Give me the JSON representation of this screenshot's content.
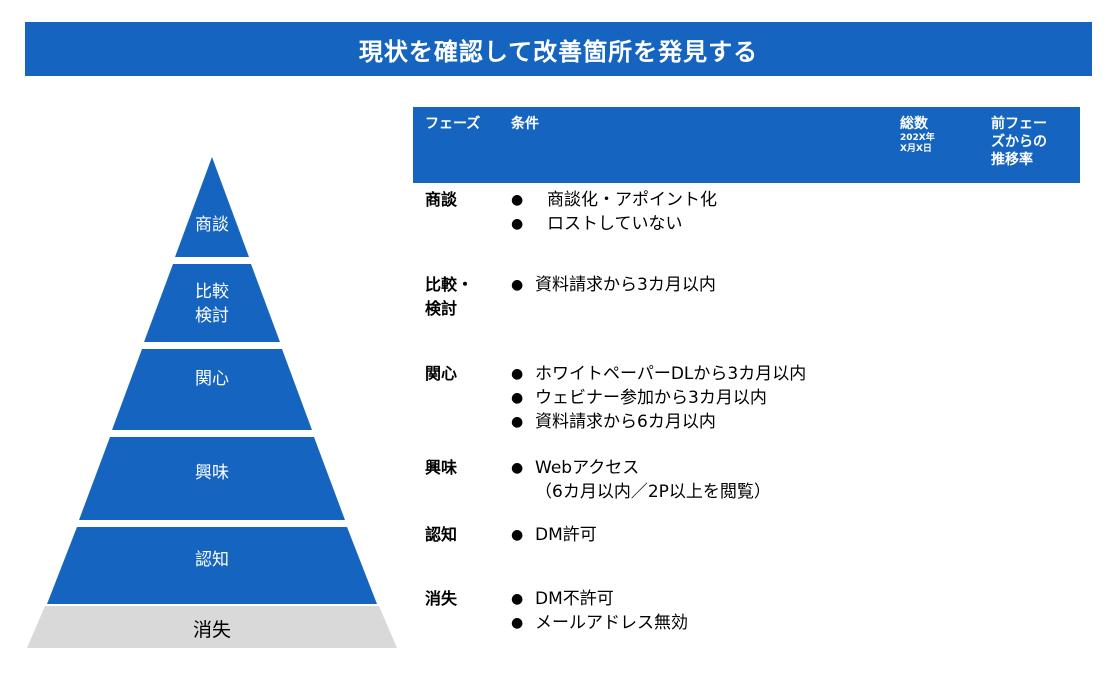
{
  "title": "現状を確認して改善箇所を発見する",
  "pyramid": {
    "levels": [
      {
        "label_lines": [
          "商談"
        ]
      },
      {
        "label_lines": [
          "比較",
          "検討"
        ]
      },
      {
        "label_lines": [
          "関心"
        ]
      },
      {
        "label_lines": [
          "興味"
        ]
      },
      {
        "label_lines": [
          "認知"
        ]
      },
      {
        "label_lines": [
          "消失"
        ]
      }
    ],
    "colors": {
      "level": "#1565C0",
      "base": "#D9D9D9"
    }
  },
  "table": {
    "headers": {
      "phase": "フェーズ",
      "condition": "条件",
      "total": "総数",
      "total_sub_1": "202X年",
      "total_sub_2": "X月X日",
      "rate_lines": [
        "前フェー",
        "ズからの",
        "推移率"
      ]
    },
    "rows": [
      {
        "phase_lines": [
          "商談"
        ],
        "items": [
          [
            "商談化・アポイント化"
          ],
          [
            "ロストしていない"
          ]
        ]
      },
      {
        "phase_lines": [
          "比較・",
          "検討"
        ],
        "items": [
          [
            "資料請求から3カ月以内"
          ]
        ]
      },
      {
        "phase_lines": [
          "関心"
        ],
        "items": [
          [
            "ホワイトペーパーDLから3カ月以内"
          ],
          [
            "ウェビナー参加から3カ月以内"
          ],
          [
            "資料請求から6カ月以内"
          ]
        ]
      },
      {
        "phase_lines": [
          "興味"
        ],
        "items": [
          [
            "Webアクセス",
            "（6カ月以内／2P以上を閲覧）"
          ]
        ]
      },
      {
        "phase_lines": [
          "認知"
        ],
        "items": [
          [
            "DM許可"
          ]
        ]
      },
      {
        "phase_lines": [
          "消失"
        ],
        "items": [
          [
            "DM不許可"
          ],
          [
            "メールアドレス無効"
          ]
        ]
      }
    ]
  },
  "bullet": "●",
  "colors": {
    "accent": "#1565C0"
  }
}
